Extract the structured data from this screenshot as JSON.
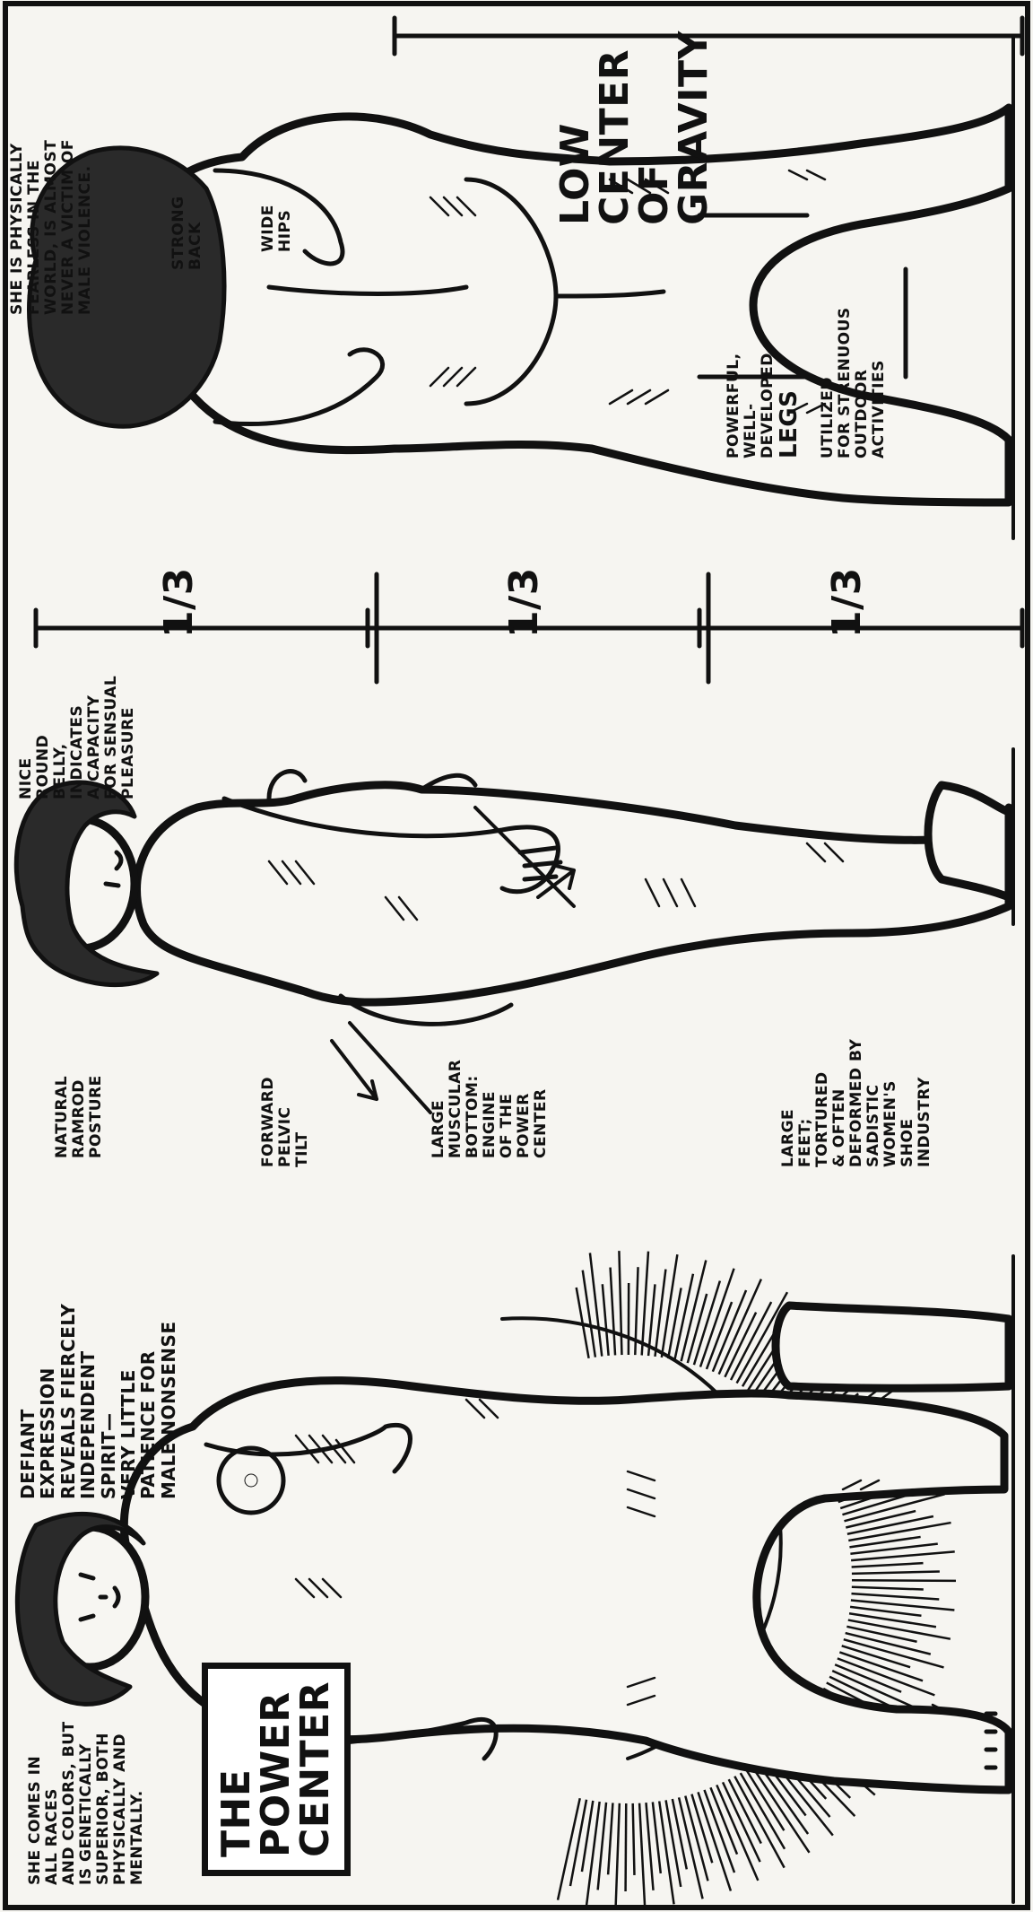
{
  "labels": {
    "comes_in_all_races": "SHE COMES IN\nALL RACES\nAND COLORS, BUT\nIS GENETICALLY\nSUPERIOR, BOTH\nPHYSICALLY AND\nMENTALLY.",
    "power_center_box": "THE\nPOWER\nCENTER",
    "defiant_expression": "DEFIANT\nEXPRESSION\nREVEALS FIERCELY\nINDEPENDENT\nSPIRIT—\nVERY LITTLE\nPATIENCE FOR\nMALE NONSENSE",
    "natural_ramrod": "NATURAL\nRAMROD\nPOSTURE",
    "forward_pelvic_tilt": "FORWARD\nPELVIC\nTILT",
    "large_muscular_bottom": "LARGE\nMUSCULAR\nBOTTOM:\nENGINE\nOF THE\nPOWER\nCENTER",
    "large_feet": "LARGE\nFEET;\nTORTURED\n& OFTEN\nDEFORMED BY\nSADISTIC\nWOMEN'S\nSHOE\nINDUSTRY",
    "nice_round_belly": "NICE\nROUND\nBELLY,\nINDICATES\nA CAPACITY\nFOR SENSUAL\nPLEASURE",
    "physically_fearless": "SHE IS PHYSICALLY\nFEARLESS IN THE\nWORLD, IS ALMOST\nNEVER A VICTIM OF\nMALE VIOLENCE.",
    "strong_back": "STRONG\nBACK",
    "wide_hips": "WIDE\nHIPS",
    "powerful_legs": "POWERFUL,\nWELL-\nDEVELOPED",
    "legs_word": "LEGS",
    "legs_use": "UTILIZED\nFOR STRENUOUS\nOUTDOOR\nACTIVITIES",
    "low_center": "LOW\nCENTER\nOF\nGRAVITY",
    "one_third": "1/3"
  },
  "icons": [
    "sunburst-rays",
    "front-view-figure",
    "side-view-figure",
    "back-view-figure",
    "proportion-arrows"
  ]
}
